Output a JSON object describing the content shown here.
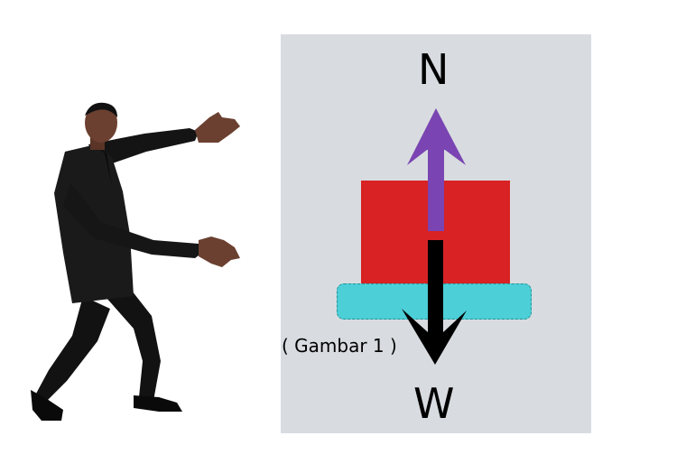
{
  "labels": {
    "normal_force": "N",
    "weight": "W",
    "caption": "( Gambar 1 )"
  },
  "colors": {
    "panel_background": "#d8dce0",
    "block": "#d82224",
    "surface": "#4ccfd6",
    "normal_arrow": "#7a45b2",
    "weight_arrow": "#000000"
  },
  "illustration": {
    "subject": "man-in-black-suit-gesturing-icon"
  }
}
